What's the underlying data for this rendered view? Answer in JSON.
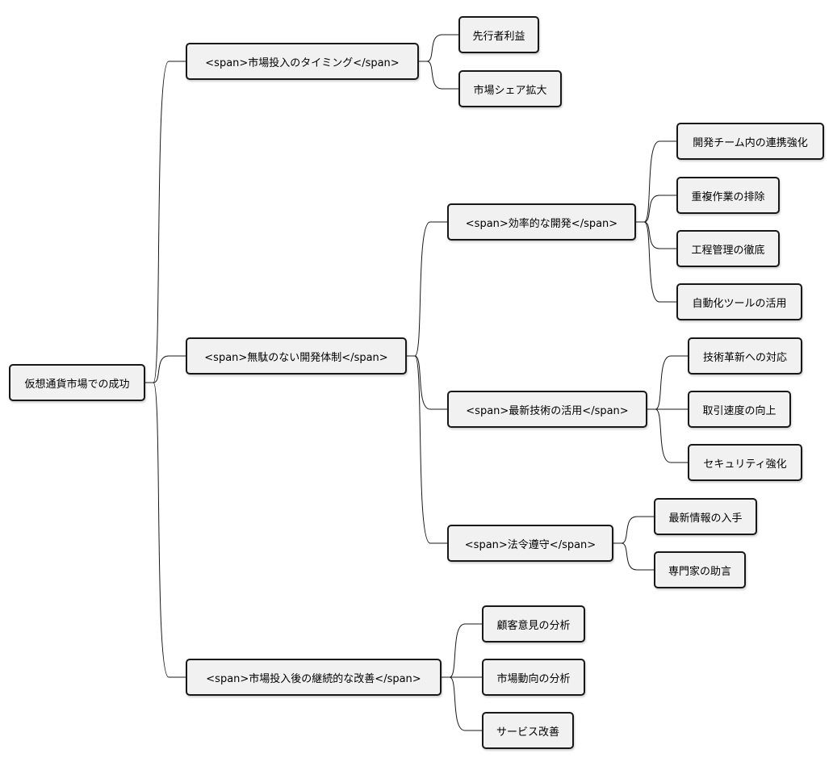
{
  "root": {
    "label": "仮想通貨市場での成功"
  },
  "branches": {
    "timing": {
      "label": "<span>市場投入のタイミング</span>",
      "children": [
        "先行者利益",
        "市場シェア拡大"
      ]
    },
    "structure": {
      "label": "<span>無駄のない開発体制</span>",
      "efficient": {
        "label": "<span>効率的な開発</span>",
        "children": [
          "開発チーム内の連携強化",
          "重複作業の排除",
          "工程管理の徹底",
          "自動化ツールの活用"
        ]
      },
      "tech": {
        "label": "<span>最新技術の活用</span>",
        "children": [
          "技術革新への対応",
          "取引速度の向上",
          "セキュリティ強化"
        ]
      },
      "compliance": {
        "label": "<span>法令遵守</span>",
        "children": [
          "最新情報の入手",
          "専門家の助言"
        ]
      }
    },
    "improve": {
      "label": "<span>市場投入後の継続的な改善</span>",
      "children": [
        "顧客意見の分析",
        "市場動向の分析",
        "サービス改善"
      ]
    }
  }
}
